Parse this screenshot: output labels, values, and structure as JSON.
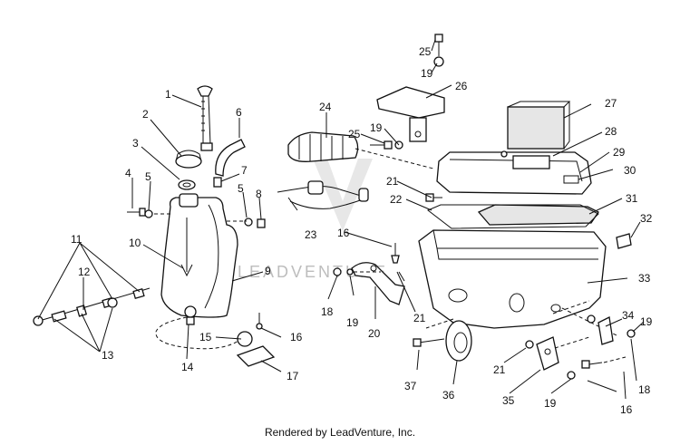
{
  "callouts": [
    "1",
    "2",
    "3",
    "4",
    "5",
    "6",
    "7",
    "5",
    "8",
    "11",
    "10",
    "9",
    "12",
    "13",
    "14",
    "15",
    "16",
    "17",
    "24",
    "25",
    "19",
    "26",
    "27",
    "28",
    "29",
    "25",
    "19",
    "30",
    "21",
    "22",
    "23",
    "31",
    "32",
    "16",
    "33",
    "18",
    "19",
    "20",
    "21",
    "34",
    "19",
    "37",
    "36",
    "21",
    "35",
    "19",
    "18",
    "16"
  ],
  "watermark": "LEADVENTURE",
  "footer": "Rendered by LeadVenture, Inc."
}
